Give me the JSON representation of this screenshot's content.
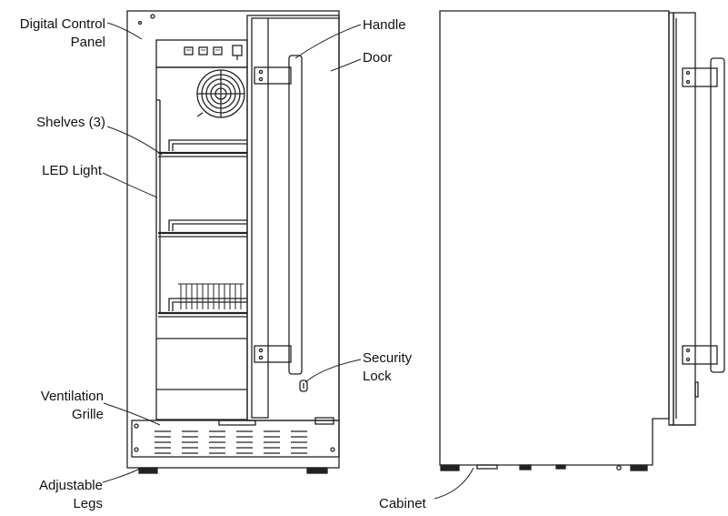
{
  "callouts": {
    "digital_control_panel": {
      "line1": "Digital Control",
      "line2": "Panel"
    },
    "shelves": {
      "line1": "Shelves (3)"
    },
    "led_light": {
      "line1": "LED Light"
    },
    "ventilation_grille": {
      "line1": "Ventilation",
      "line2": "Grille"
    },
    "adjustable_legs": {
      "line1": "Adjustable",
      "line2": "Legs"
    },
    "handle": {
      "line1": "Handle"
    },
    "door": {
      "line1": "Door"
    },
    "security_lock": {
      "line1": "Security",
      "line2": "Lock"
    },
    "cabinet": {
      "line1": "Cabinet"
    }
  },
  "colors": {
    "stroke": "#222222",
    "text": "#111111",
    "background": "#ffffff"
  }
}
